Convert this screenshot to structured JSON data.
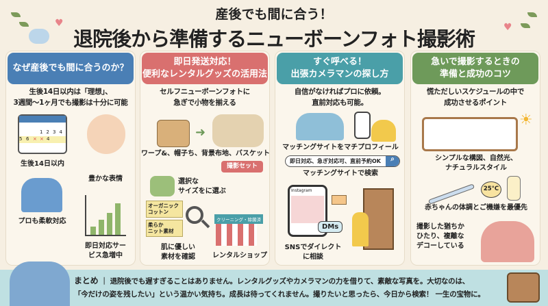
{
  "header": {
    "subtitle": "産後でも間に合う！",
    "title": "退院後から準備するニューボーンフォト撮影術"
  },
  "colors": {
    "blue": "#4a7fb5",
    "red": "#d9706f",
    "teal": "#4a9fa8",
    "green": "#6e9a5a"
  },
  "columns": [
    {
      "title": "なぜ産後でも間に合うのか？",
      "intro": "生後14日以内は「理想」、\n3週間〜1ヶ月でも撮影は十分に可能",
      "calendar": {
        "row1": [
          "",
          "",
          "",
          "1",
          "2",
          "3",
          "4"
        ],
        "row2": [
          "5",
          "6",
          "×",
          "×",
          "4",
          "",
          ""
        ]
      },
      "items": [
        "生後14日以内",
        "豊かな表情",
        "プロも柔軟対応",
        "即日対応サー\nビス急増中"
      ]
    },
    {
      "title": "即日発送対応！\n便利なレンタルグッズの活用法",
      "intro": "セルフニューボーンフォトに\n急ぎで小物を揃える",
      "items": [
        "ワープ&、帽子ち、背景布地、バスケット",
        "選択な\nサイズをに選ぶ",
        "肌に優しい\n素材を確認",
        "レンタルショップ"
      ],
      "button": "撮影セット",
      "tags": [
        "オーガニック\nコットン",
        "柔らか\nニット素材"
      ],
      "shop_sign": "クリーニング・除菌済"
    },
    {
      "title": "すぐ呼べる！\n出張カメラマンの探し方",
      "intro": "自信がなければプロに依頼。\n直前対応も可能。",
      "items": [
        "マッチングサイトをマチプロフィール",
        "マッチングサイトで検索",
        "SNSでダイレクト\nに相談"
      ],
      "search": "即日対応、急ぎ対応可、直前予約OK",
      "app_name": "Instagram",
      "dm": "DMs"
    },
    {
      "title": "急いで撮影するときの\n準備と成功のコツ",
      "intro": "慌ただしいスケジュールの中で\n成功させるポイント",
      "items": [
        "シンプルな構図、自然光、\nナチュラルスタイル",
        "赤ちゃんの体調とご機嫌を最優先",
        "撮影した猶ちか\nひたり、複離な\nデコーしている"
      ],
      "temp": "25°C"
    }
  ],
  "summary": {
    "label": "まとめ",
    "line1": "退院後でも遅すぎることはありません。レンタルグッズやカメラマンの力を借りて、素敵な写真を。大切なのは、",
    "line2": "「今だけの姿を残したい」という温かい気持ち。成長は待ってくれません。撮りたいと思ったら、今日から検索！ 一生の宝物に。"
  }
}
